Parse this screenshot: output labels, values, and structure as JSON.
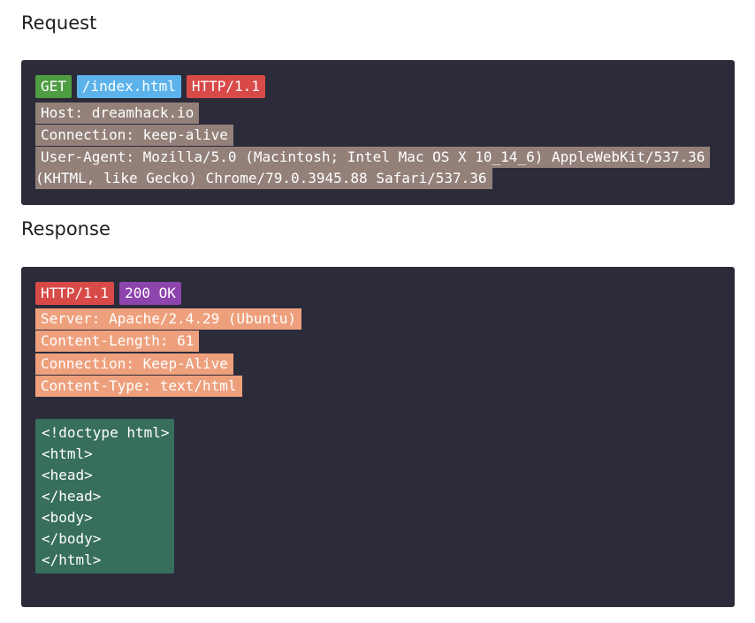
{
  "request": {
    "heading": "Request",
    "method": "GET",
    "path": "/index.html",
    "version": "HTTP/1.1",
    "headers": {
      "host": "Host: dreamhack.io",
      "connection": "Connection: keep-alive",
      "user_agent_line1": "User-Agent: Mozilla/5.0 (Macintosh; Intel Mac OS X 10_14_6) AppleWebKit/537.36",
      "user_agent_line2": "(KHTML, like Gecko) Chrome/79.0.3945.88 Safari/537.36"
    }
  },
  "response": {
    "heading": "Response",
    "version": "HTTP/1.1",
    "status": "200 OK",
    "headers": {
      "server": "Server: Apache/2.4.29 (Ubuntu)",
      "content_length": "Content-Length: 61",
      "connection": "Connection: Keep-Alive",
      "content_type": "Content-Type: text/html"
    },
    "body_lines": [
      "<!doctype html>",
      "<html>",
      "<head>",
      "</head>",
      "<body>",
      "</body>",
      "</html>"
    ]
  },
  "colors": {
    "panel_bg": "#2c2b3a",
    "method_bg": "#4f9d43",
    "path_bg": "#5cb3ec",
    "version_bg": "#d84a48",
    "status_bg": "#8e44ad",
    "request_header_bg": "#928079",
    "response_header_bg": "#eea07d",
    "body_bg": "#376e5c"
  }
}
